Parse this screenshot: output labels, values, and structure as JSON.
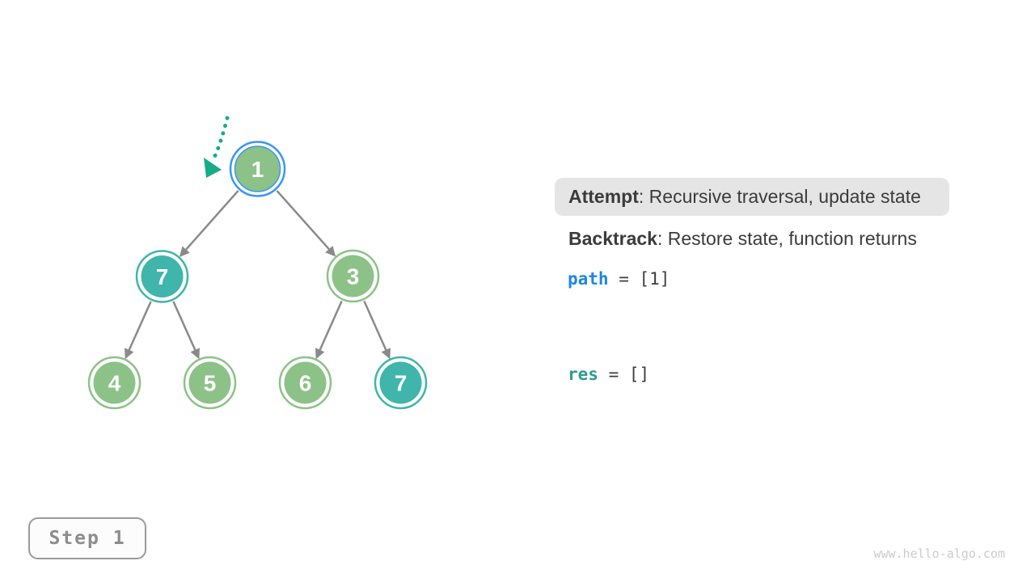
{
  "legend": {
    "attempt_label": "Attempt",
    "attempt_rest": ": Recursive traversal, update state",
    "backtrack_label": "Backtrack",
    "backtrack_rest": ": Restore state, function returns"
  },
  "state": {
    "path_var": "path",
    "path_rest": " = [1]",
    "res_var": "res",
    "res_rest": " = []"
  },
  "tree": {
    "nodes": [
      {
        "label": "1",
        "color": "green",
        "highlighted": true
      },
      {
        "label": "7",
        "color": "teal",
        "highlighted": false
      },
      {
        "label": "3",
        "color": "green",
        "highlighted": false
      },
      {
        "label": "4",
        "color": "green",
        "highlighted": false
      },
      {
        "label": "5",
        "color": "green",
        "highlighted": false
      },
      {
        "label": "6",
        "color": "green",
        "highlighted": false
      },
      {
        "label": "7",
        "color": "teal",
        "highlighted": false
      }
    ],
    "edges": [
      "1-7",
      "1-3",
      "7-4",
      "7-5",
      "3-6",
      "3-7"
    ]
  },
  "step": {
    "label": "Step 1"
  },
  "watermark": "www.hello-algo.com",
  "colors": {
    "node_green": "#8CC287",
    "node_teal": "#3FB5AB",
    "ring_blue": "#3C96F2",
    "edge_gray": "#8A8A8A",
    "arrow_teal": "#17AC88",
    "note_bg": "#E5E5E5",
    "text_dark": "#3B3B3B",
    "code_blue": "#1E87DF",
    "code_teal": "#2D9D8D",
    "code_dark": "#3D3D3D",
    "step_text": "#8C8C8C",
    "step_border": "#9A9A9A",
    "watermark_gray": "#CBCBCB"
  }
}
